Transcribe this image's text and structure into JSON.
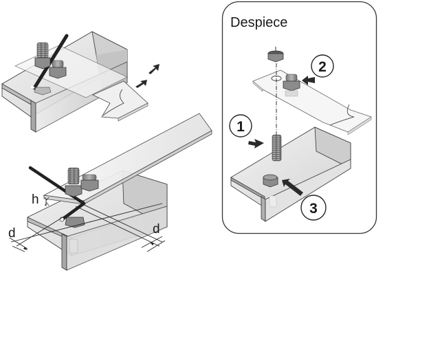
{
  "detail_panel": {
    "title": "Despiece",
    "callouts": [
      {
        "number": "1",
        "part": "stud-bolt"
      },
      {
        "number": "2",
        "part": "nut-on-plate"
      },
      {
        "number": "3",
        "part": "nut-on-angle"
      }
    ]
  },
  "dimensions": {
    "height_label": "h",
    "distance_label_left": "d",
    "distance_label_right": "d"
  },
  "colors": {
    "outline": "#333333",
    "metal_light": "#e6e6e6",
    "metal_mid": "#cfcfcf",
    "metal_dark": "#a8a8a8",
    "hardware": "#8c8c8c",
    "rod": "#2a2a2a",
    "background": "#ffffff"
  }
}
